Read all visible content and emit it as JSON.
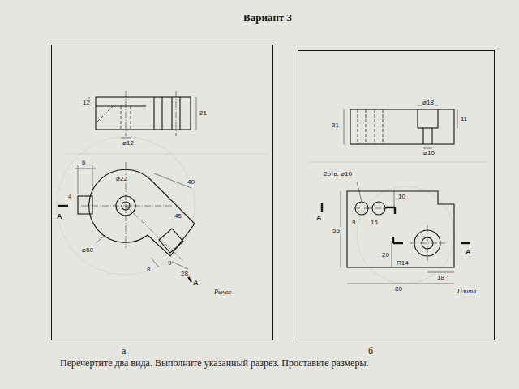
{
  "diagram": {
    "title": "Вариант 3",
    "caption": "Перечертите два вида. Выполните указанный разрез. Проставьте размеры.",
    "nodes": [
      {
        "text": [
          "Рычаг",
          "а"
        ]
      },
      {
        "text": [
          "Плита",
          "б"
        ]
      }
    ],
    "labels": [
      "12",
      "21",
      "⌀12",
      "6",
      "4",
      "⌀22",
      "40",
      "45",
      "⌀60",
      "8",
      "9",
      "28",
      "А",
      "А",
      "31",
      "⌀18",
      "11",
      "⌀10",
      "2отв. ⌀10",
      "10",
      "9",
      "15",
      "55",
      "20",
      "R14",
      "18",
      "80",
      "А",
      "А"
    ]
  }
}
